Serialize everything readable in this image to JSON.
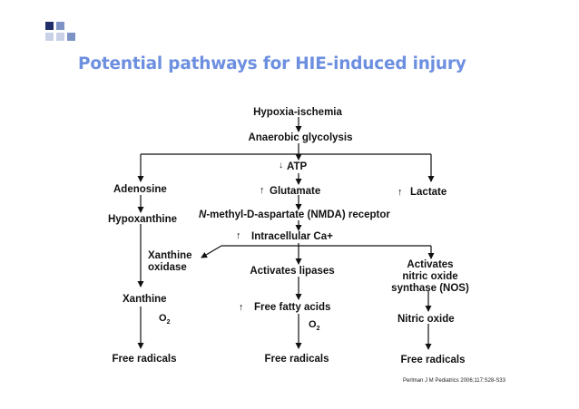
{
  "slide": {
    "title": "Potential pathways for HIE-induced injury",
    "citation": "Perlman J M Pediatrics 2006;117:S28-S33"
  },
  "colors": {
    "title": "#6d8fe0",
    "square_dark": "#1f2d6b",
    "square_mid": "#7e93c5",
    "square_light": "#c8d1e6",
    "arrows": "#111111"
  },
  "diagram": {
    "hypoxia": "Hypoxia-ischemia",
    "anaerobic": "Anaerobic glycolysis",
    "atp": "ATP",
    "adenosine": "Adenosine",
    "glutamate": "Glutamate",
    "lactate": "Lactate",
    "hypoxanthine": "Hypoxanthine",
    "nmda_italic": "N",
    "nmda_rest": "-methyl-D-aspartate (NMDA) receptor",
    "calcium": "Intracellular Ca+",
    "xanthine_oxidase_1": "Xanthine",
    "xanthine_oxidase_2": "oxidase",
    "lipases": "Activates lipases",
    "nos_1": "Activates",
    "nos_2": "nitric oxide",
    "nos_3": "synthase (NOS)",
    "xanthine": "Xanthine",
    "fatty_acids": "Free fatty acids",
    "nitric_oxide": "Nitric oxide",
    "o2_left": "O",
    "o2_left_sub": "2",
    "o2_mid": "O",
    "o2_mid_sub": "2",
    "free_radicals_left": "Free radicals",
    "free_radicals_mid": "Free radicals",
    "free_radicals_right": "Free radicals"
  }
}
